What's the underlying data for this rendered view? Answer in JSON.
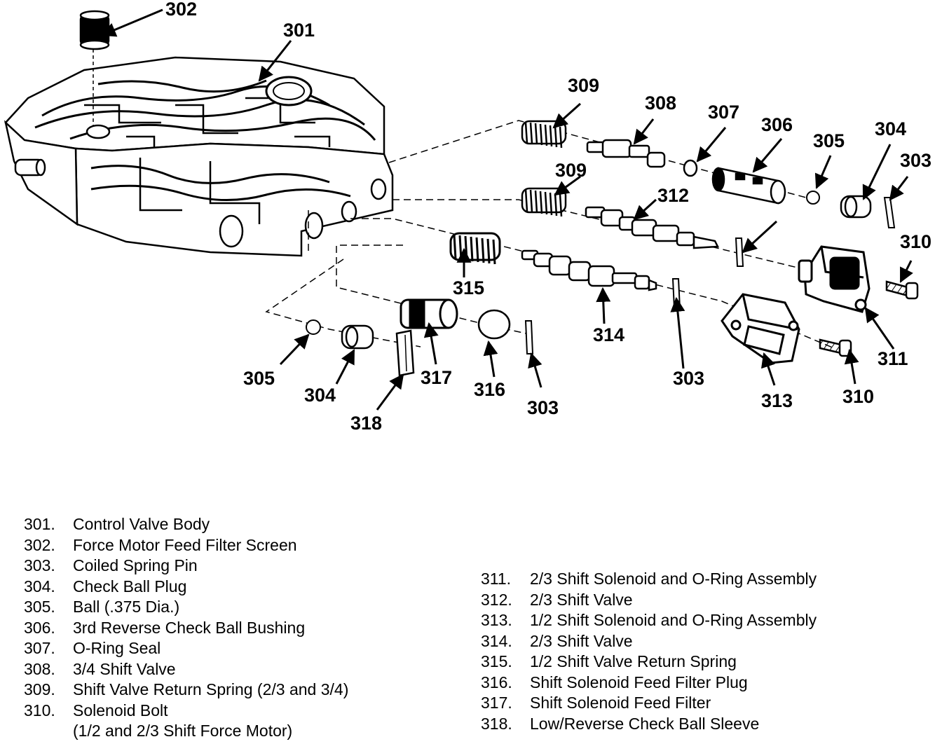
{
  "callouts": {
    "c301": "301",
    "c302": "302",
    "c303a": "303",
    "c303b": "303",
    "c303c": "303",
    "c304a": "304",
    "c304b": "304",
    "c305a": "305",
    "c305b": "305",
    "c306": "306",
    "c307": "307",
    "c308": "308",
    "c309a": "309",
    "c309b": "309",
    "c310a": "310",
    "c310b": "310",
    "c311": "311",
    "c312": "312",
    "c313": "313",
    "c314": "314",
    "c315": "315",
    "c316": "316",
    "c317": "317",
    "c318": "318"
  },
  "legend_left": [
    {
      "num": "301.",
      "text": "Control Valve Body"
    },
    {
      "num": "302.",
      "text": "Force Motor Feed Filter Screen"
    },
    {
      "num": "303.",
      "text": "Coiled Spring Pin"
    },
    {
      "num": "304.",
      "text": "Check Ball Plug"
    },
    {
      "num": "305.",
      "text": "Ball (.375 Dia.)"
    },
    {
      "num": "306.",
      "text": "3rd Reverse Check Ball Bushing"
    },
    {
      "num": "307.",
      "text": "O-Ring Seal"
    },
    {
      "num": "308.",
      "text": "3/4 Shift Valve"
    },
    {
      "num": "309.",
      "text": "Shift Valve Return Spring (2/3 and 3/4)"
    },
    {
      "num": "310.",
      "text": "Solenoid Bolt"
    }
  ],
  "legend_left_cont": "(1/2 and 2/3 Shift Force Motor)",
  "legend_right": [
    {
      "num": "311.",
      "text": "2/3 Shift Solenoid and O-Ring Assembly"
    },
    {
      "num": "312.",
      "text": "2/3 Shift Valve"
    },
    {
      "num": "313.",
      "text": "1/2 Shift Solenoid and O-Ring Assembly"
    },
    {
      "num": "314.",
      "text": "2/3 Shift Valve"
    },
    {
      "num": "315.",
      "text": "1/2 Shift Valve Return Spring"
    },
    {
      "num": "316.",
      "text": "Shift Solenoid Feed Filter Plug"
    },
    {
      "num": "317.",
      "text": "Shift Solenoid Feed Filter"
    },
    {
      "num": "318.",
      "text": "Low/Reverse Check Ball Sleeve"
    }
  ]
}
